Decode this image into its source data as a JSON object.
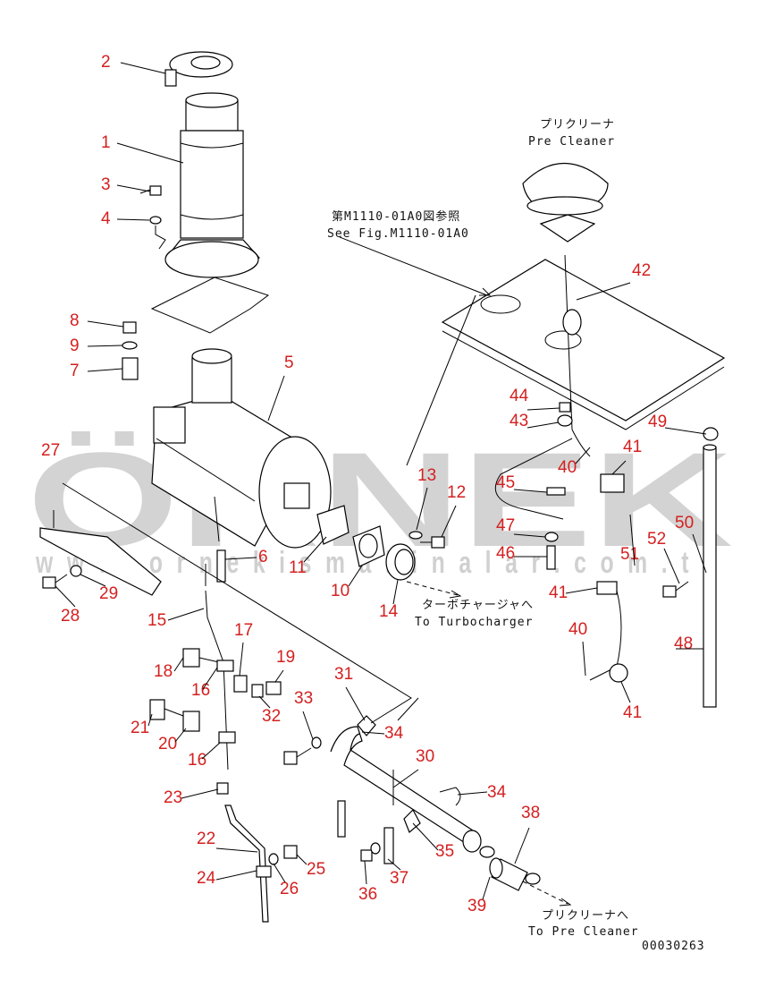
{
  "watermark": {
    "brand": "ÖRNEK",
    "site": "w w w . o r n e k i s m a k i n a l a r . c o m . t r"
  },
  "notes": {
    "pre_cleaner_jp": "プリクリーナ",
    "pre_cleaner_en": "Pre Cleaner",
    "see_fig_jp": "第M1110-01A0図参照",
    "see_fig_en": "See Fig.M1110-01A0",
    "turbo_jp": "ターボチャージャへ",
    "turbo_en": "To Turbocharger",
    "to_pre_jp": "プリクリーナへ",
    "to_pre_en": "To Pre Cleaner",
    "code": "00030263"
  },
  "callouts": [
    "2",
    "1",
    "3",
    "4",
    "8",
    "9",
    "7",
    "5",
    "27",
    "13",
    "12",
    "42",
    "44",
    "43",
    "49",
    "41",
    "40",
    "45",
    "47",
    "46",
    "50",
    "52",
    "51",
    "41",
    "40",
    "48",
    "41",
    "11",
    "10",
    "14",
    "6",
    "28",
    "29",
    "15",
    "17",
    "19",
    "31",
    "18",
    "16",
    "33",
    "32",
    "21",
    "20",
    "16",
    "34",
    "30",
    "23",
    "34",
    "38",
    "22",
    "35",
    "25",
    "24",
    "26",
    "36",
    "37",
    "39"
  ]
}
